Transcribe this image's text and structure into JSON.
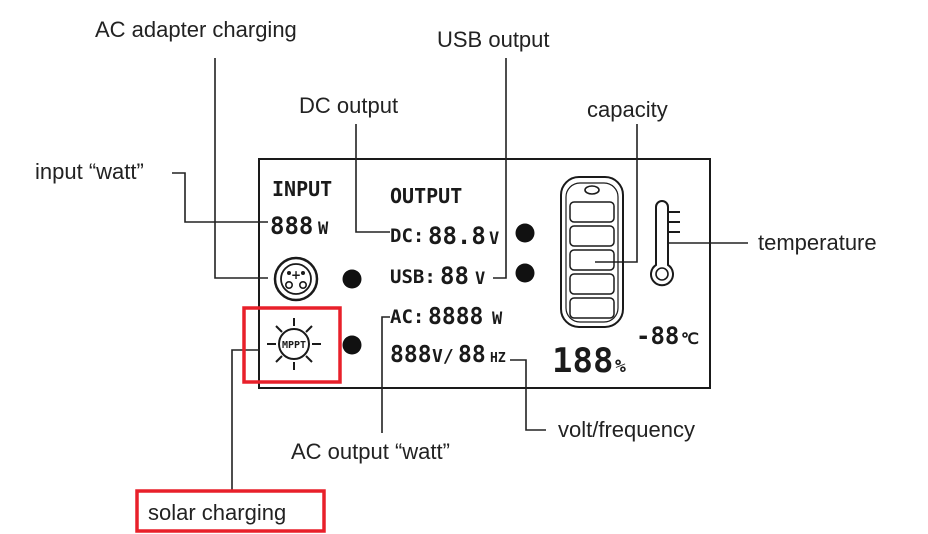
{
  "callouts": {
    "ac_adapter_charging": "AC adapter charging",
    "usb_output": "USB output",
    "dc_output": "DC output",
    "capacity": "capacity",
    "input_watt": "input “watt”",
    "temperature": "temperature",
    "volt_frequency": "volt/frequency",
    "ac_output_watt": "AC output “watt”",
    "solar_charging": "solar charging"
  },
  "lcd": {
    "input_label": "INPUT",
    "input_watt_digits": "888",
    "input_watt_unit": "W",
    "output_label": "OUTPUT",
    "dc_label": "DC:",
    "dc_digits": "88.8",
    "dc_unit": "V",
    "usb_label": "USB:",
    "usb_digits": "88",
    "usb_unit": "V",
    "ac_label": "AC:",
    "ac_digits": "8888",
    "ac_unit": "W",
    "volt_digits": "888",
    "volt_unit": "V/",
    "freq_digits": "88",
    "freq_unit": "HZ",
    "capacity_digits": "188",
    "capacity_unit": "%",
    "temp_digits": "-88",
    "temp_unit": "℃",
    "mppt_label": "MPPT",
    "adapter_port_symbol": "+"
  },
  "colors": {
    "highlight": "#e8202a",
    "ink": "#1a1a1a"
  }
}
